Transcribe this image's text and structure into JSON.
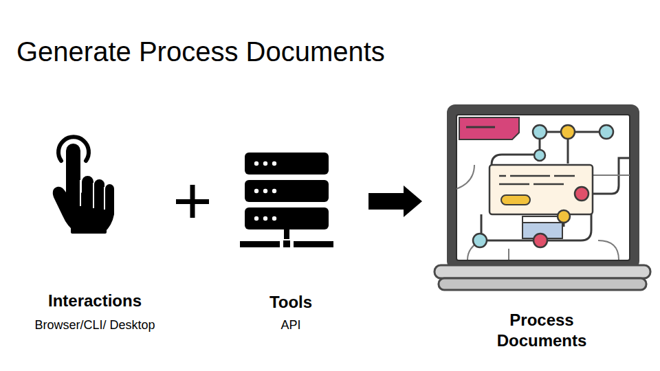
{
  "diagram": {
    "title": "Generate Process Documents",
    "nodes": [
      {
        "text": [
          "Interactions",
          "Browser/CLI/ Desktop"
        ]
      },
      {
        "text": [
          "Tools",
          "API"
        ]
      },
      {
        "text": [
          "Process Documents"
        ]
      }
    ],
    "edges": [
      {
        "from": 1,
        "to": 2,
        "arrow": "to"
      }
    ]
  }
}
